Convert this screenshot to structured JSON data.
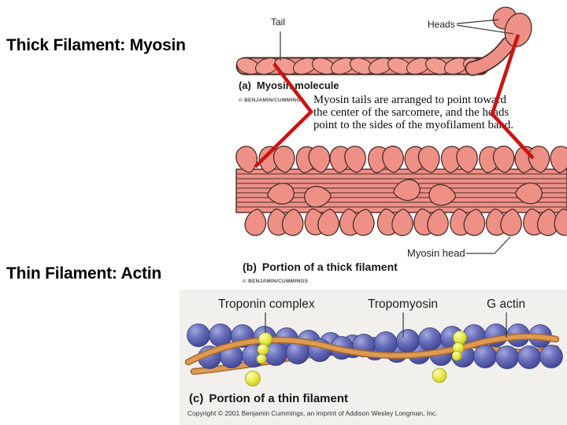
{
  "slide": {
    "thick_title": "Thick Filament:  Myosin",
    "thin_title": "Thin Filament:  Actin"
  },
  "panel_a": {
    "label_tail": "Tail",
    "label_heads": "Heads",
    "caption_prefix": "(a)",
    "caption_label": "Myosin molecule",
    "credit": "© BENJAMIN/CUMMINGS",
    "annotation_lines": [
      "Myosin tails are arranged to point toward",
      "the center of the sarcomere, and the heads",
      "point to the sides of the myofilament band."
    ]
  },
  "panel_b": {
    "label_myosin_head": "Myosin head",
    "caption_prefix": "(b)",
    "caption_label": "Portion of a thick filament",
    "credit": "© BENJAMIN/CUMMINGS"
  },
  "panel_c": {
    "label_troponin": "Troponin complex",
    "label_tropomyosin": "Tropomyosin",
    "label_g_actin": "G actin",
    "caption_prefix": "(c)",
    "caption_label": "Portion of a thin filament",
    "copyright": "Copyright © 2001 Benjamin Cummings, an imprint of Addison Wesley Longman, Inc."
  },
  "colors": {
    "salmon": "#ef9087",
    "outline": "#4a2e28",
    "red-connector": "#cc1410",
    "actin-blue": "#4d53a5",
    "tropomyosin-orange": "#dd9b52",
    "troponin-yellow": "#e8e93f",
    "panel-bg": "#f2f0ec",
    "text": "#111111"
  }
}
